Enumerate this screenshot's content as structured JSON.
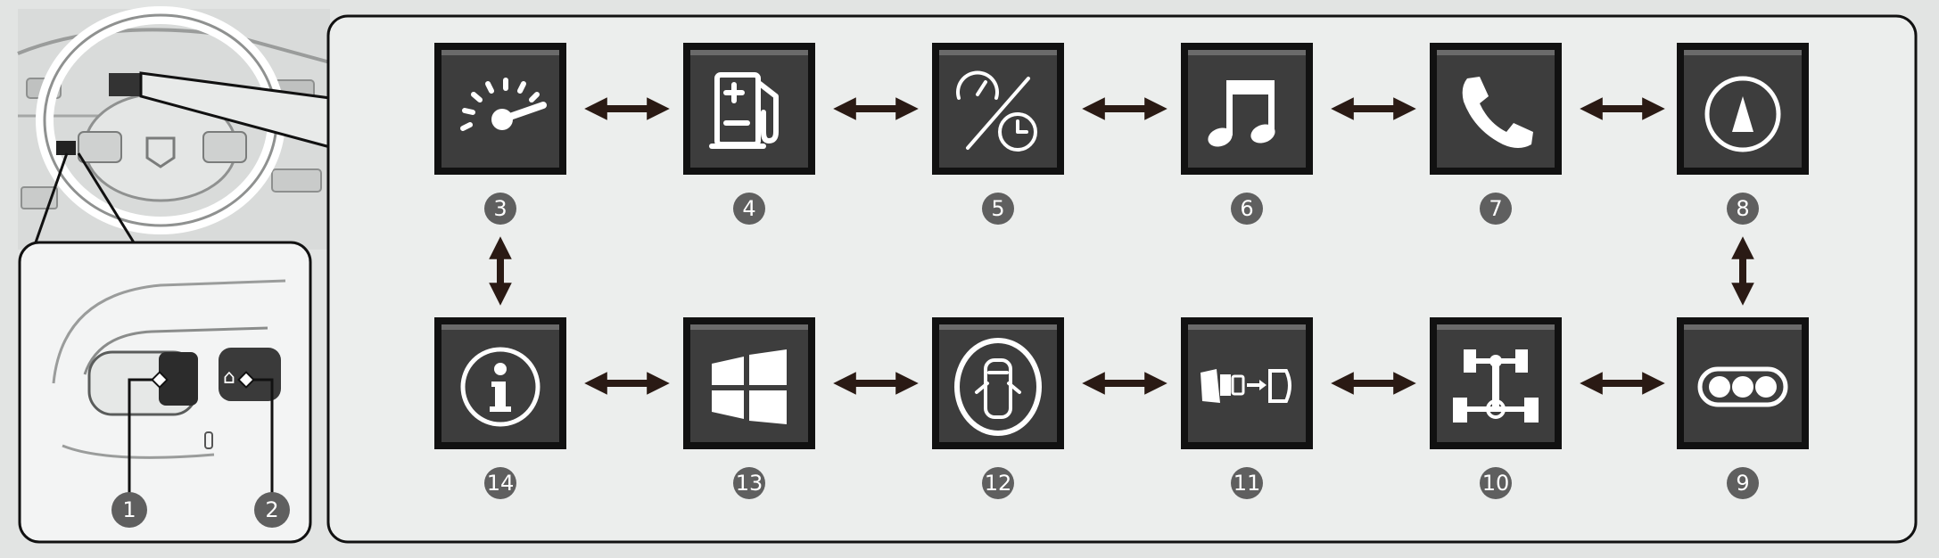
{
  "callouts": {
    "left_button": "1",
    "home_button": "2"
  },
  "home_glyph": "⌂",
  "tiles_top": [
    {
      "number": "3",
      "icon": "speedometer-icon"
    },
    {
      "number": "4",
      "icon": "fuel-pump-icon"
    },
    {
      "number": "5",
      "icon": "trip-meter-clock-icon"
    },
    {
      "number": "6",
      "icon": "music-note-icon"
    },
    {
      "number": "7",
      "icon": "phone-icon"
    },
    {
      "number": "8",
      "icon": "navigation-compass-icon"
    }
  ],
  "tiles_bottom": [
    {
      "number": "14",
      "icon": "info-icon"
    },
    {
      "number": "13",
      "icon": "split-screen-icon"
    },
    {
      "number": "12",
      "icon": "door-open-car-icon"
    },
    {
      "number": "11",
      "icon": "seatbelt-reminder-icon"
    },
    {
      "number": "10",
      "icon": "drivetrain-chassis-icon"
    },
    {
      "number": "9",
      "icon": "three-dots-icon"
    }
  ],
  "colors": {
    "tile_face": "#3d3d3d",
    "tile_border": "#111111",
    "badge": "#5f5f5f",
    "arrow": "#2a1a14",
    "panel_bg": "#eceeed"
  }
}
